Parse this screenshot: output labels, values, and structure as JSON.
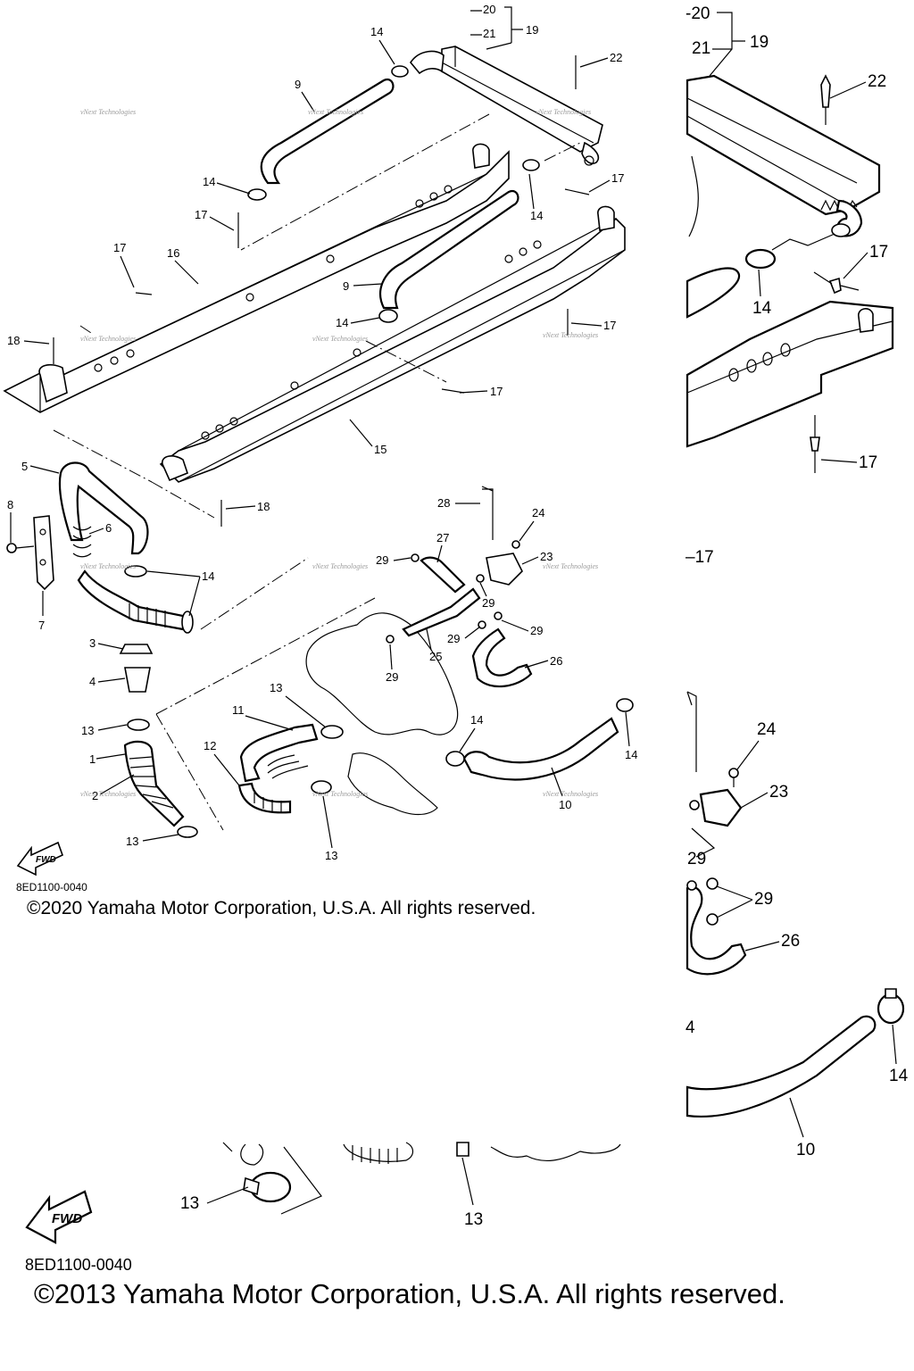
{
  "diagram": {
    "callouts": {
      "p1": "1",
      "p2": "2",
      "p3": "3",
      "p4": "4",
      "p5": "5",
      "p6": "6",
      "p7": "7",
      "p8": "8",
      "p9": "9",
      "p10": "10",
      "p11": "11",
      "p12": "12",
      "p13": "13",
      "p14": "14",
      "p15": "15",
      "p16": "16",
      "p17": "17",
      "p18": "18",
      "p19": "19",
      "p20": "20",
      "p21": "21",
      "p22": "22",
      "p23": "23",
      "p24": "24",
      "p25": "25",
      "p26": "26",
      "p27": "27",
      "p28": "28",
      "p29": "29",
      "zoom_20": "-20",
      "zoom_17_partial": "–17",
      "zoom_14_partial": "4"
    },
    "fwd_label": "FWD",
    "watermark": "vNext Technologies",
    "diagram_code": "8ED1100-0040",
    "copyright_small": "©2020 Yamaha Motor Corporation, U.S.A. All rights reserved.",
    "copyright_large": "©2013 Yamaha Motor Corporation, U.S.A. All rights reserved."
  }
}
